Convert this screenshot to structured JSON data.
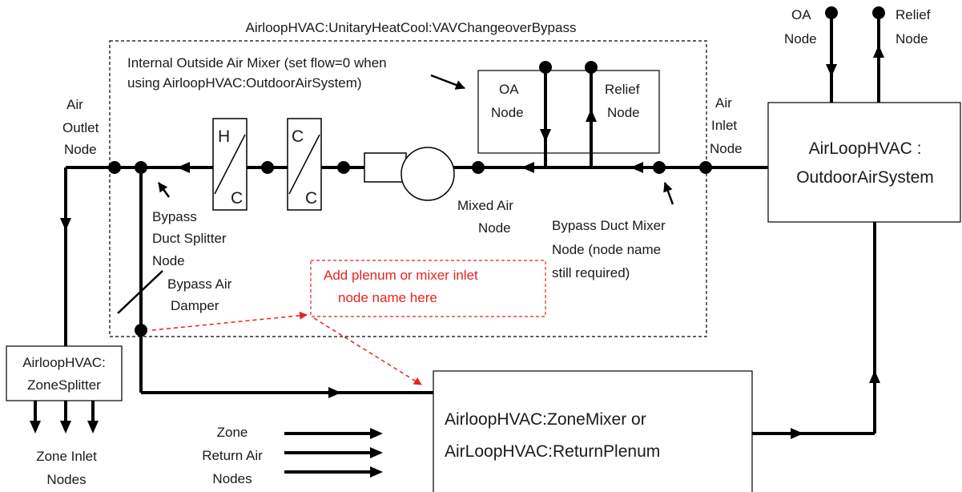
{
  "colors": {
    "line": "#000000",
    "text": "#1a1a1a",
    "highlight": "#e82121",
    "background": "#ffffff"
  },
  "unit": {
    "title": "AirloopHVAC:UnitaryHeatCool:VAVChangeoverBypass"
  },
  "outlet_node": [
    "Air",
    "Outlet",
    "Node"
  ],
  "inlet_node": [
    "Air",
    "Inlet",
    "Node"
  ],
  "oa_mixer_note": [
    "Internal Outside Air Mixer (set flow=0 when",
    "using AirloopHVAC:OutdoorAirSystem)"
  ],
  "mixer_oa_node": [
    "OA",
    "Node"
  ],
  "mixer_relief_node": [
    "Relief",
    "Node"
  ],
  "heating_coil": {
    "top": "H",
    "bottom": "C"
  },
  "cooling_coil": {
    "top": "C",
    "bottom": "C"
  },
  "mixed_air_node": [
    "Mixed Air",
    "Node"
  ],
  "bypass_splitter": [
    "Bypass",
    "Duct Splitter",
    "Node"
  ],
  "bypass_damper": [
    "Bypass Air",
    "Damper"
  ],
  "bypass_mixer": [
    "Bypass Duct Mixer",
    "Node (node name",
    "still required)"
  ],
  "plenum_note": [
    "Add plenum or mixer inlet",
    "node name here"
  ],
  "outdoor_air_system": [
    "AirLoopHVAC :",
    "OutdoorAirSystem"
  ],
  "oas_oa_node": [
    "OA",
    "Node"
  ],
  "oas_relief_node": [
    "Relief",
    "Node"
  ],
  "zone_splitter": [
    "AirloopHVAC:",
    "ZoneSplitter"
  ],
  "zone_inlet_nodes": [
    "Zone Inlet",
    "Nodes"
  ],
  "zone_mixer": [
    "AirloopHVAC:ZoneMixer  or",
    "AirLoopHVAC:ReturnPlenum"
  ],
  "zone_return_nodes": [
    "Zone",
    "Return Air",
    "Nodes"
  ]
}
